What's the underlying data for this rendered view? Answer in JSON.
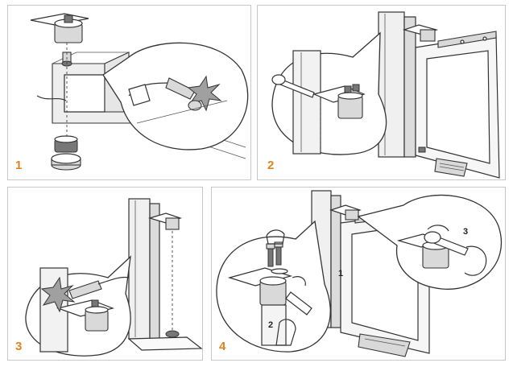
{
  "steps": [
    {
      "number": "1"
    },
    {
      "number": "2"
    },
    {
      "number": "3"
    },
    {
      "number": "4",
      "callouts": [
        "1",
        "2",
        "3"
      ]
    }
  ]
}
